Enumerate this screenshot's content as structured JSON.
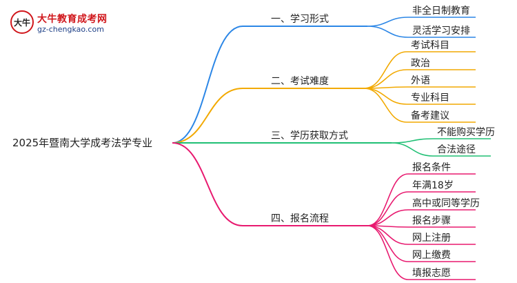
{
  "logo": {
    "title": "大牛教育成考网",
    "url": "gz-chengkao.com",
    "mark_text": "大牛"
  },
  "mindmap": {
    "root": "2025年暨南大学成考法学专业",
    "branches": [
      {
        "label": "一、学习形式",
        "color": "#2b86e6",
        "children": [
          "非全日制教育",
          "灵活学习安排"
        ]
      },
      {
        "label": "二、考试难度",
        "color": "#f2a900",
        "children": [
          "考试科目",
          "政治",
          "外语",
          "专业科目",
          "备考建议"
        ]
      },
      {
        "label": "三、学历获取方式",
        "color": "#1fbf74",
        "children": [
          "不能购买学历",
          "合法途径"
        ]
      },
      {
        "label": "四、报名流程",
        "color": "#e8196f",
        "children": [
          "报名条件",
          "年满18岁",
          "高中或同等学历",
          "报名步骤",
          "网上注册",
          "网上缴费",
          "填报志愿"
        ]
      }
    ]
  }
}
